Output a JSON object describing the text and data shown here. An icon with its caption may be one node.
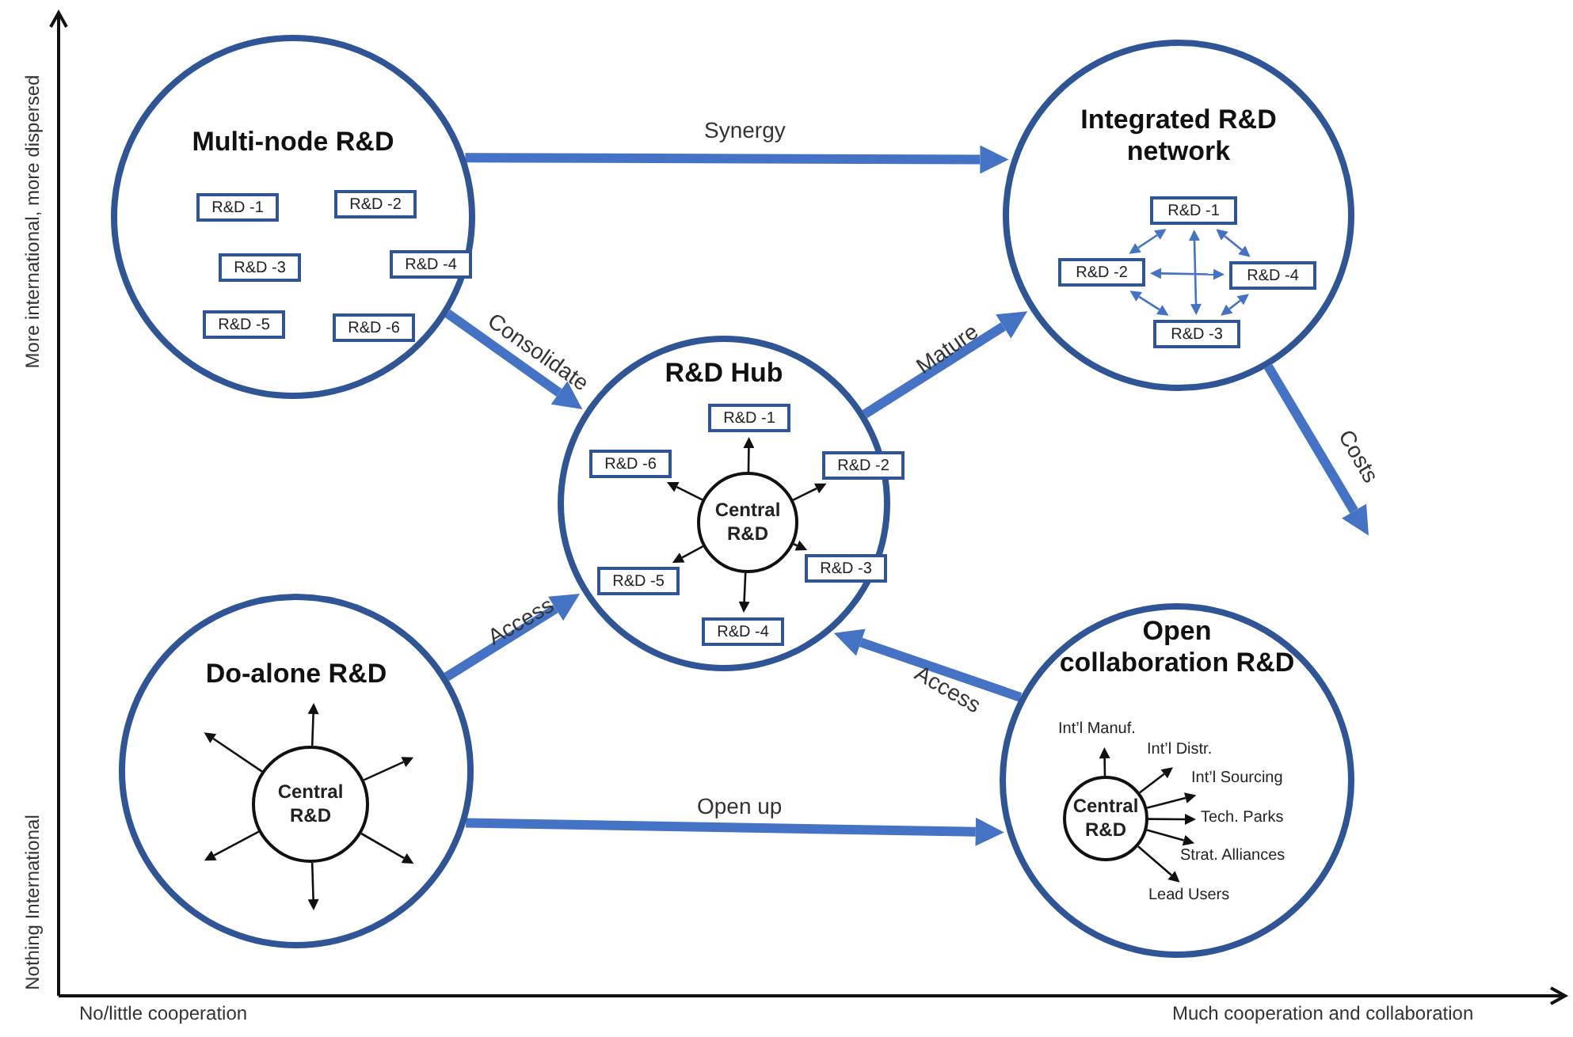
{
  "diagram": {
    "nodes": [
      {
        "text": [
          "Multi-node R&D"
        ]
      },
      {
        "text": [
          "R&D -1"
        ],
        "in": 0
      },
      {
        "text": [
          "R&D -2"
        ],
        "in": 0
      },
      {
        "text": [
          "R&D -3"
        ],
        "in": 0
      },
      {
        "text": [
          "R&D -4"
        ],
        "in": 0
      },
      {
        "text": [
          "R&D -5"
        ],
        "in": 0
      },
      {
        "text": [
          "R&D -6"
        ],
        "in": 0
      },
      {
        "text": [
          "Integrated R&D network"
        ]
      },
      {
        "text": [
          "R&D -1"
        ],
        "in": 7
      },
      {
        "text": [
          "R&D -2"
        ],
        "in": 7
      },
      {
        "text": [
          "R&D -4"
        ],
        "in": 7
      },
      {
        "text": [
          "R&D -3"
        ],
        "in": 7
      },
      {
        "text": [
          "R&D Hub"
        ]
      },
      {
        "text": [
          "R&D -1"
        ],
        "in": 12
      },
      {
        "text": [
          "R&D -6"
        ],
        "in": 12
      },
      {
        "text": [
          "R&D -2"
        ],
        "in": 12
      },
      {
        "text": [
          "Central R&D"
        ],
        "in": 12
      },
      {
        "text": [
          "R&D -5"
        ],
        "in": 12
      },
      {
        "text": [
          "R&D -3"
        ],
        "in": 12
      },
      {
        "text": [
          "R&D -4"
        ],
        "in": 12
      },
      {
        "text": [
          "Do-alone R&D"
        ]
      },
      {
        "text": [
          "Central R&D"
        ],
        "in": 20
      },
      {
        "text": [
          "Open collaboration R&D"
        ]
      },
      {
        "text": [
          "Int’l Manuf."
        ],
        "in": 22
      },
      {
        "text": [
          "Int’l Distr."
        ],
        "in": 22
      },
      {
        "text": [
          "Int’l Sourcing"
        ],
        "in": 22
      },
      {
        "text": [
          "Central R&D"
        ],
        "in": 22
      },
      {
        "text": [
          "Tech. Parks"
        ],
        "in": 22
      },
      {
        "text": [
          "Strat. Alliances"
        ],
        "in": 22
      },
      {
        "text": [
          "Lead Users"
        ],
        "in": 22
      }
    ],
    "edges": [
      {
        "from": 0,
        "to": 7,
        "arrow": "to",
        "label": "Synergy",
        "style": "thick",
        "color": "#4472c4"
      },
      {
        "from": 0,
        "to": 12,
        "arrow": "to",
        "label": "Consolidate",
        "style": "thick",
        "color": "#4472c4"
      },
      {
        "from": 12,
        "to": 7,
        "arrow": "to",
        "label": "Mature",
        "style": "thick",
        "color": "#4472c4"
      },
      {
        "from": 7,
        "to": null,
        "arrow": "to",
        "label": "Costs",
        "style": "thick",
        "color": "#4472c4"
      },
      {
        "from": 20,
        "to": 12,
        "arrow": "to",
        "label": "Access",
        "style": "thick",
        "color": "#4472c4"
      },
      {
        "from": 22,
        "to": 12,
        "arrow": "to",
        "label": "Access",
        "style": "thick",
        "color": "#4472c4"
      },
      {
        "from": 20,
        "to": 22,
        "arrow": "to",
        "label": "Open up",
        "style": "thick",
        "color": "#4472c4"
      },
      {
        "from": 8,
        "to": 9,
        "arrow": "both",
        "color": "#4472c4"
      },
      {
        "from": 8,
        "to": 10,
        "arrow": "both",
        "color": "#4472c4"
      },
      {
        "from": 8,
        "to": 11,
        "arrow": "both",
        "color": "#4472c4"
      },
      {
        "from": 9,
        "to": 10,
        "arrow": "both",
        "color": "#4472c4"
      },
      {
        "from": 9,
        "to": 11,
        "arrow": "both",
        "color": "#4472c4"
      },
      {
        "from": 10,
        "to": 11,
        "arrow": "both",
        "color": "#4472c4"
      },
      {
        "from": 16,
        "to": 13,
        "arrow": "to"
      },
      {
        "from": 16,
        "to": 15,
        "arrow": "to"
      },
      {
        "from": 16,
        "to": 18,
        "arrow": "to"
      },
      {
        "from": 16,
        "to": 19,
        "arrow": "to"
      },
      {
        "from": 16,
        "to": 17,
        "arrow": "to"
      },
      {
        "from": 16,
        "to": 14,
        "arrow": "to"
      },
      {
        "from": 21,
        "to": null,
        "arrow": "to"
      },
      {
        "from": 21,
        "to": null,
        "arrow": "to"
      },
      {
        "from": 21,
        "to": null,
        "arrow": "to"
      },
      {
        "from": 21,
        "to": null,
        "arrow": "to"
      },
      {
        "from": 21,
        "to": null,
        "arrow": "to"
      },
      {
        "from": 21,
        "to": null,
        "arrow": "to"
      },
      {
        "from": 26,
        "to": 23,
        "arrow": "to"
      },
      {
        "from": 26,
        "to": 24,
        "arrow": "to"
      },
      {
        "from": 26,
        "to": 25,
        "arrow": "to"
      },
      {
        "from": 26,
        "to": 27,
        "arrow": "to"
      },
      {
        "from": 26,
        "to": 28,
        "arrow": "to"
      },
      {
        "from": 26,
        "to": 29,
        "arrow": "to"
      }
    ],
    "labels": [
      "More international, more dispersed",
      "Nothing International",
      "No/little cooperation",
      "Much cooperation and collaboration"
    ]
  }
}
